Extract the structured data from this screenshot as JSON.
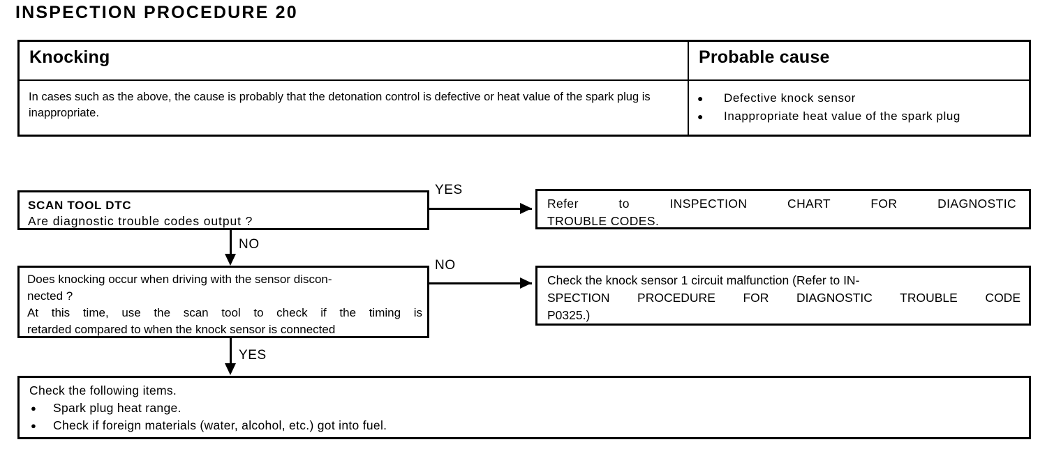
{
  "document": {
    "title": "INSPECTION PROCEDURE 20"
  },
  "symptom_table": {
    "headers": {
      "symptom": "Knocking",
      "probable_cause": "Probable cause"
    },
    "symptom_description": "In cases such as the above, the cause is probably that the detonation control is defective or heat value of the spark plug is inappropriate.",
    "probable_causes": [
      "Defective knock sensor",
      "Inappropriate heat value of the spark plug"
    ],
    "bullet_glyph": "●"
  },
  "flowchart": {
    "scan_tool_box": {
      "title": "SCAN TOOL DTC",
      "question": "Are diagnostic trouble codes output ?"
    },
    "knock_question_box": {
      "line1": "Does knocking occur when driving with the sensor discon-",
      "line2": "nected ?",
      "line3": "At this time, use the scan tool to check if the timing is",
      "line4": "retarded compared to when the knock sensor is connected"
    },
    "refer_chart_box": {
      "line1": "Refer to INSPECTION CHART FOR DIAGNOSTIC",
      "line2": "TROUBLE CODES."
    },
    "knock_circuit_box": {
      "line1": "Check the knock sensor 1 circuit malfunction (Refer to IN-",
      "line2": "SPECTION PROCEDURE FOR DIAGNOSTIC TROUBLE CODE",
      "line3": "P0325.)"
    },
    "check_items_box": {
      "heading": "Check the following items.",
      "items": [
        "Spark plug heat range.",
        "Check if foreign materials (water, alcohol, etc.) got into fuel."
      ],
      "bullet_glyph": "●"
    },
    "branch_labels": {
      "scan_yes": "YES",
      "scan_no": "NO",
      "knock_no": "NO",
      "knock_yes": "YES"
    }
  }
}
